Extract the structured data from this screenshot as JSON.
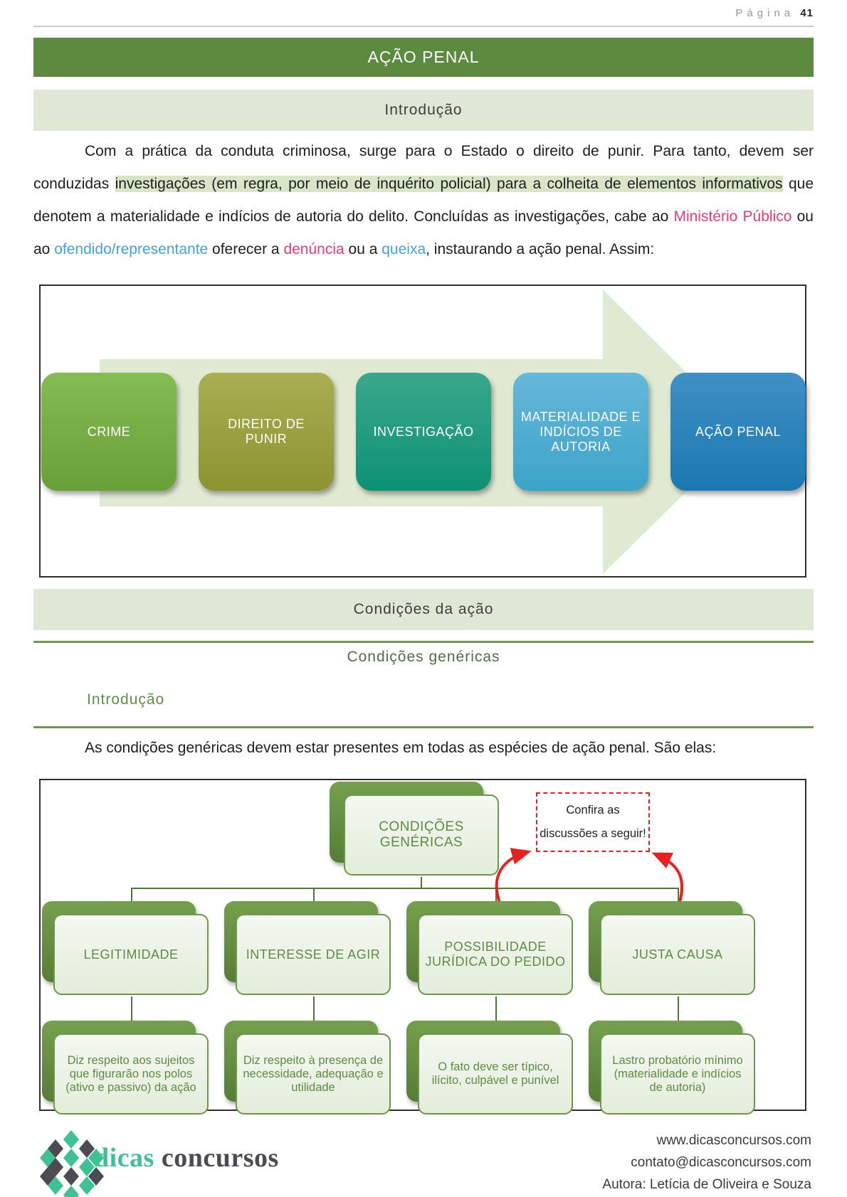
{
  "page": {
    "label": "Página",
    "number": "41"
  },
  "header": {
    "title": "AÇÃO PENAL",
    "subtitle": "Introdução"
  },
  "intro_paragraph": {
    "seg1": "Com a prática da conduta criminosa, surge para o Estado o direito de punir. Para tanto, devem ser conduzidas ",
    "highlight": "investigações (em regra, por meio de inquérito policial) para a colheita de elementos informativos",
    "seg2": " que denotem a materialidade e indícios de autoria do delito. Concluídas as investigações, cabe ao ",
    "ministerio_publico": "Ministério Público",
    "seg3": " ou ao ",
    "ofendido": "ofendido/representante",
    "seg4": " oferecer a ",
    "denuncia": "denúncia",
    "seg5": " ou a ",
    "queixa": "queixa",
    "seg6": ", instaurando a ação penal. Assim:"
  },
  "flow_chart": {
    "type": "process-arrow",
    "arrow_color": "#e0ead3",
    "steps": [
      {
        "label": "CRIME",
        "color_top": "#84bb52",
        "color_bottom": "#68a038"
      },
      {
        "label": "DIREITO DE PUNIR",
        "color_top": "#a9ae52",
        "color_bottom": "#8d9330"
      },
      {
        "label": "INVESTIGAÇÃO",
        "color_top": "#3aa78c",
        "color_bottom": "#0d9173"
      },
      {
        "label": "MATERIALIDADE E INDÍCIOS DE AUTORIA",
        "color_top": "#66b8d9",
        "color_bottom": "#3ba3c9"
      },
      {
        "label": "AÇÃO PENAL",
        "color_top": "#3f90c5",
        "color_bottom": "#1b78b0"
      }
    ]
  },
  "sections": {
    "condicoes_acao": "Condições da ação",
    "condicoes_genericas": "Condições genéricas",
    "introducao2": "Introdução"
  },
  "generic_text": "As condições genéricas devem estar presentes em todas as espécies de ação penal. São elas:",
  "org_chart": {
    "root": "CONDIÇÕES GENÉRICAS",
    "note": {
      "line1": "Confira as",
      "line2": "discussões a seguir!"
    },
    "node_color": "#6c9849",
    "note_border_color": "#e8201f",
    "children": [
      {
        "label": "LEGITIMIDADE",
        "desc": "Diz respeito aos sujeitos que figurarão nos polos (ativo e passivo) da ação"
      },
      {
        "label": "INTERESSE DE AGIR",
        "desc": "Diz respeito à presença de necessidade, adequação e utilidade"
      },
      {
        "label": "POSSIBILIDADE JURÍDICA DO PEDIDO",
        "desc": "O fato deve ser típico, ilícito, culpável e punível"
      },
      {
        "label": "JUSTA CAUSA",
        "desc": "Lastro probatório mínimo (materialidade e indícios de autoria)"
      }
    ]
  },
  "footer": {
    "brand_first": "dicas",
    "brand_second": "concursos",
    "site": "www.dicasconcursos.com",
    "email": "contato@dicasconcursos.com",
    "author": "Autora: Letícia de Oliveira e Souza",
    "brand_teal": "#3ec294",
    "brand_gray": "#4b4b51"
  }
}
